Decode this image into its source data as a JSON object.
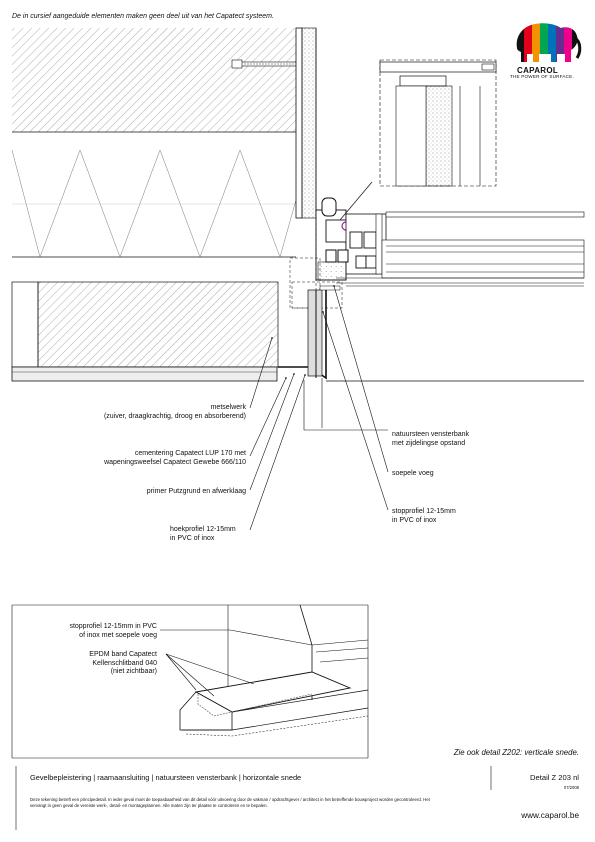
{
  "header": {
    "note": "De in cursief aangeduide elementen maken geen deel uit van het Capatect systeem."
  },
  "brand": {
    "name": "CAPAROL",
    "tagline": "THE POWER OF SURFACE.",
    "colors": [
      "#e2001a",
      "#f39200",
      "#ffdd00",
      "#00a651",
      "#0072bc",
      "#662d91",
      "#ec008c",
      "#111111"
    ]
  },
  "labels": {
    "masonry": "metselwerk\n(zuiver, draagkrachtig, droog en absorberend)",
    "cementing": "cementering Capatect LUP 170 met\nwapeningsweefsel Capatect Gewebe 666/110",
    "primer": "primer Putzgrund en afwerklaag",
    "corner_profile": "hoekprofiel 12-15mm\nin PVC of inox",
    "sill": "natuursteen vensterbank\nmet zijdelingse opstand",
    "soft_joint": "soepele voeg",
    "stop_profile": "stopprofiel 12-15mm\nin PVC of inox",
    "stop_profile_joint": "stopprofiel 12-15mm in PVC\nof inox met soepele voeg",
    "epdm": "EPDM band Capatect\nKellenschlitband 040\n(niet zichtbaar)"
  },
  "see_also": "Zie ook detail Z202: verticale snede.",
  "footer": {
    "title": "Gevelbepleistering  |  raamaansluiting  |  natuursteen vensterbank  |  horizontale snede",
    "code": "Detail Z 203 nl",
    "date": "07/2008",
    "disclaimer": "Deze tekening betreft een principedetail. In ieder geval moet de toepasbaarheid van dit detail vóór uitvoering door de vakman / opdrachtgever / architect in het betreffende bouwproject worden gecontroleerd. Het vervangt in geen geval de vereiste werk-, detail- en montageplannen. Alle maten zijn ter plaatse te controleren en te bepalen.",
    "website": "www.caparol.be"
  }
}
